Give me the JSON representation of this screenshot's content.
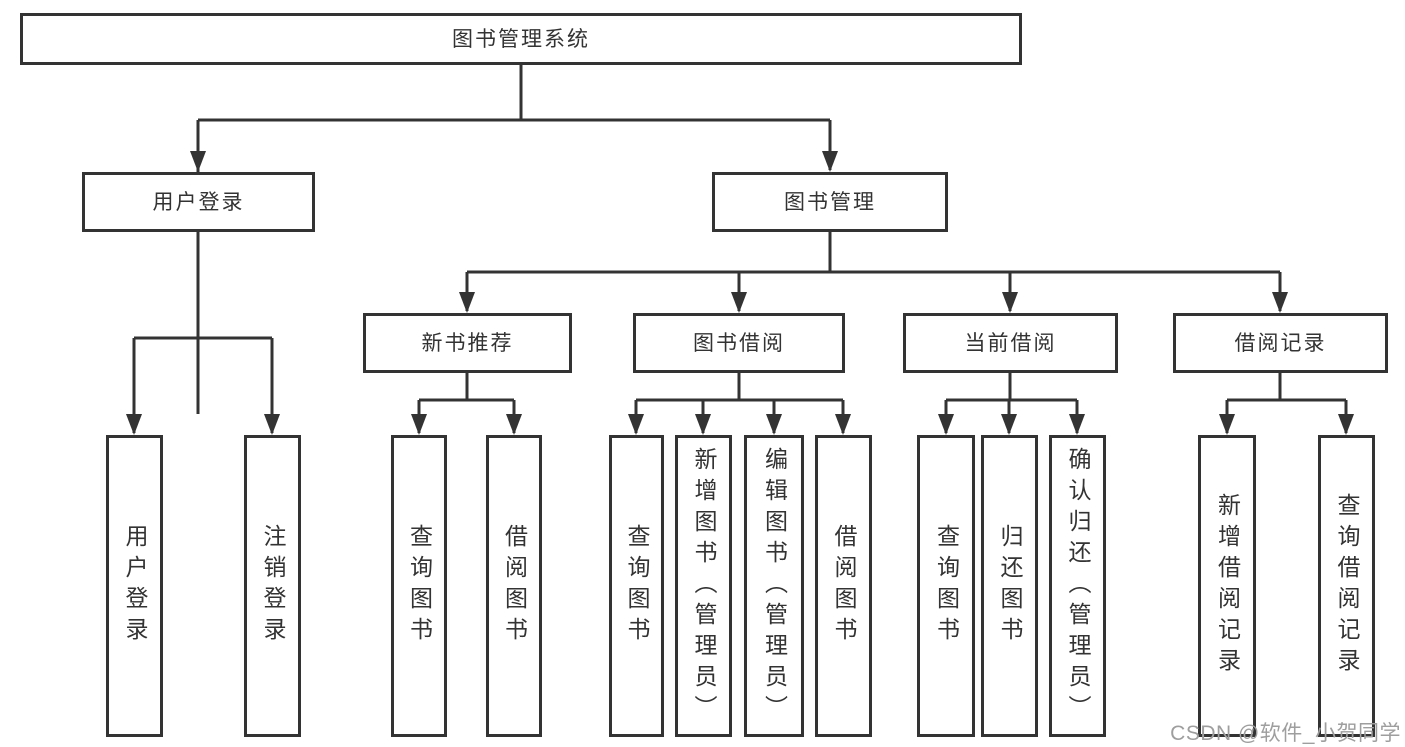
{
  "tree": {
    "root": {
      "label": "图书管理系统"
    },
    "children": [
      {
        "label": "用户登录",
        "children": [
          {
            "label": "用户登录"
          },
          {
            "label": "注销登录"
          }
        ]
      },
      {
        "label": "图书管理",
        "children": [
          {
            "label": "新书推荐",
            "children": [
              {
                "label": "查询图书"
              },
              {
                "label": "借阅图书"
              }
            ]
          },
          {
            "label": "图书借阅",
            "children": [
              {
                "label": "查询图书"
              },
              {
                "label": "新增图书（管理员）"
              },
              {
                "label": "编辑图书（管理员）"
              },
              {
                "label": "借阅图书"
              }
            ]
          },
          {
            "label": "当前借阅",
            "children": [
              {
                "label": "查询图书"
              },
              {
                "label": "归还图书"
              },
              {
                "label": "确认归还（管理员）"
              }
            ]
          },
          {
            "label": "借阅记录",
            "children": [
              {
                "label": "新增借阅记录"
              },
              {
                "label": "查询借阅记录"
              }
            ]
          }
        ]
      }
    ]
  },
  "watermark": "CSDN @软件_小贺同学",
  "colors": {
    "line": "#333333",
    "node_border": "#333333",
    "node_text": "#333333",
    "watermark_text": "#9e9e9e",
    "background": "#ffffff"
  }
}
